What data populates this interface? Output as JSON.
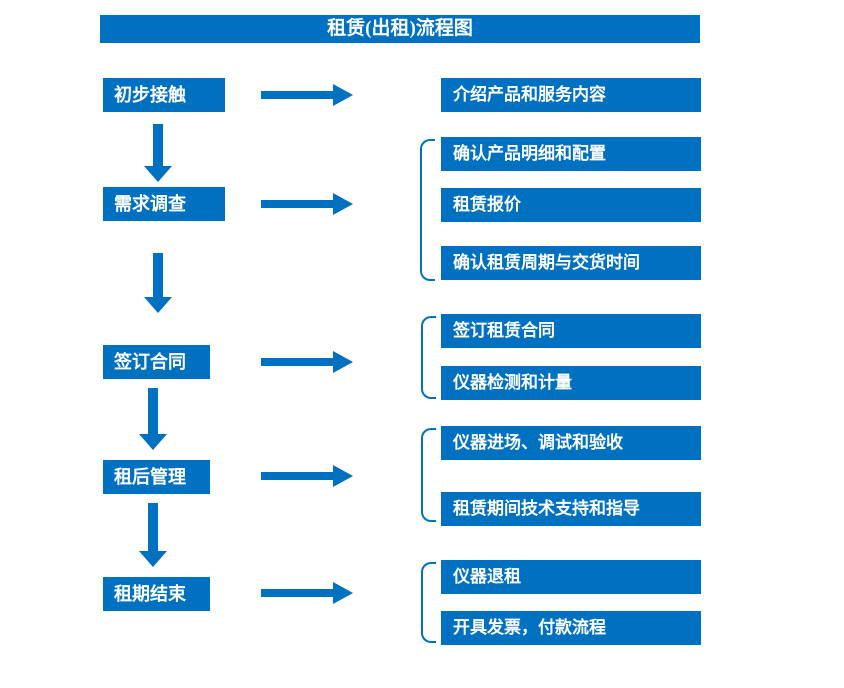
{
  "title": "租赁(出租)流程图",
  "colors": {
    "primary": "#0070C0",
    "box_text": "#FFFFFF",
    "background": "#FFFFFF"
  },
  "flow": {
    "stages": [
      {
        "label": "初步接触",
        "outputs": [
          "介绍产品和服务内容"
        ]
      },
      {
        "label": "需求调查",
        "outputs": [
          "确认产品明细和配置",
          "租赁报价",
          "确认租赁周期与交货时间"
        ]
      },
      {
        "label": "签订合同",
        "outputs": [
          "签订租赁合同",
          "仪器检测和计量"
        ]
      },
      {
        "label": "租后管理",
        "outputs": [
          "仪器进场、调试和验收",
          "租赁期间技术支持和指导"
        ]
      },
      {
        "label": "租期结束",
        "outputs": [
          "仪器退租",
          "开具发票，付款流程"
        ]
      }
    ]
  }
}
